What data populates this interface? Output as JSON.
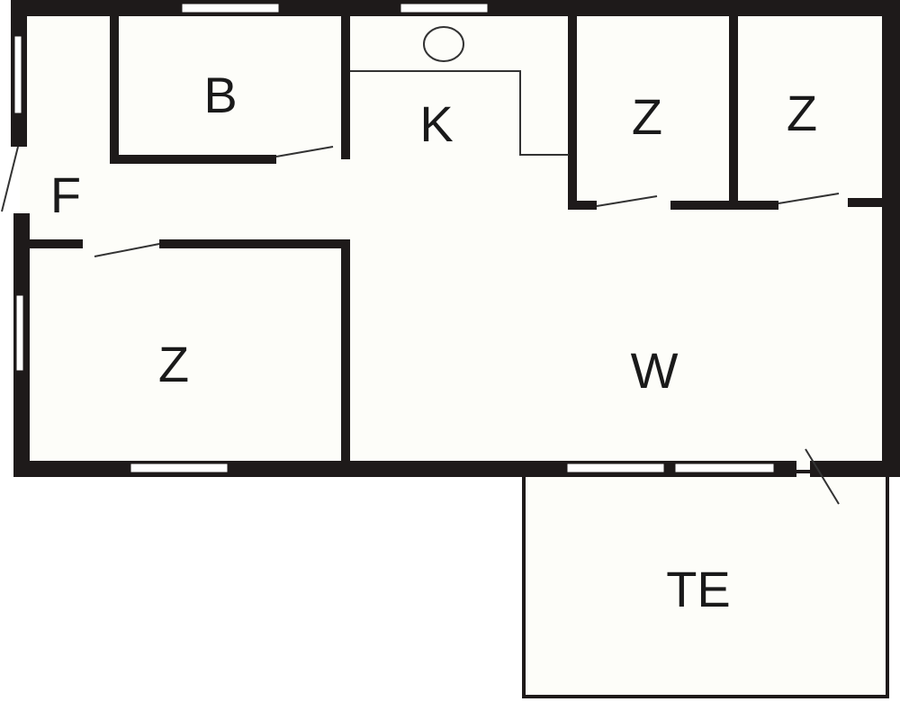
{
  "colors": {
    "wall": "#1e1a1a",
    "floor": "#fdfdf9",
    "background": "#ffffff",
    "line": "#333333"
  },
  "rooms": [
    {
      "id": "bathroom",
      "label": "B"
    },
    {
      "id": "kitchen",
      "label": "K"
    },
    {
      "id": "bedroom-1",
      "label": "Z"
    },
    {
      "id": "bedroom-2",
      "label": "Z"
    },
    {
      "id": "hallway",
      "label": "F"
    },
    {
      "id": "bedroom-3",
      "label": "Z"
    },
    {
      "id": "living-room",
      "label": "W"
    },
    {
      "id": "terrace",
      "label": "TE"
    }
  ]
}
